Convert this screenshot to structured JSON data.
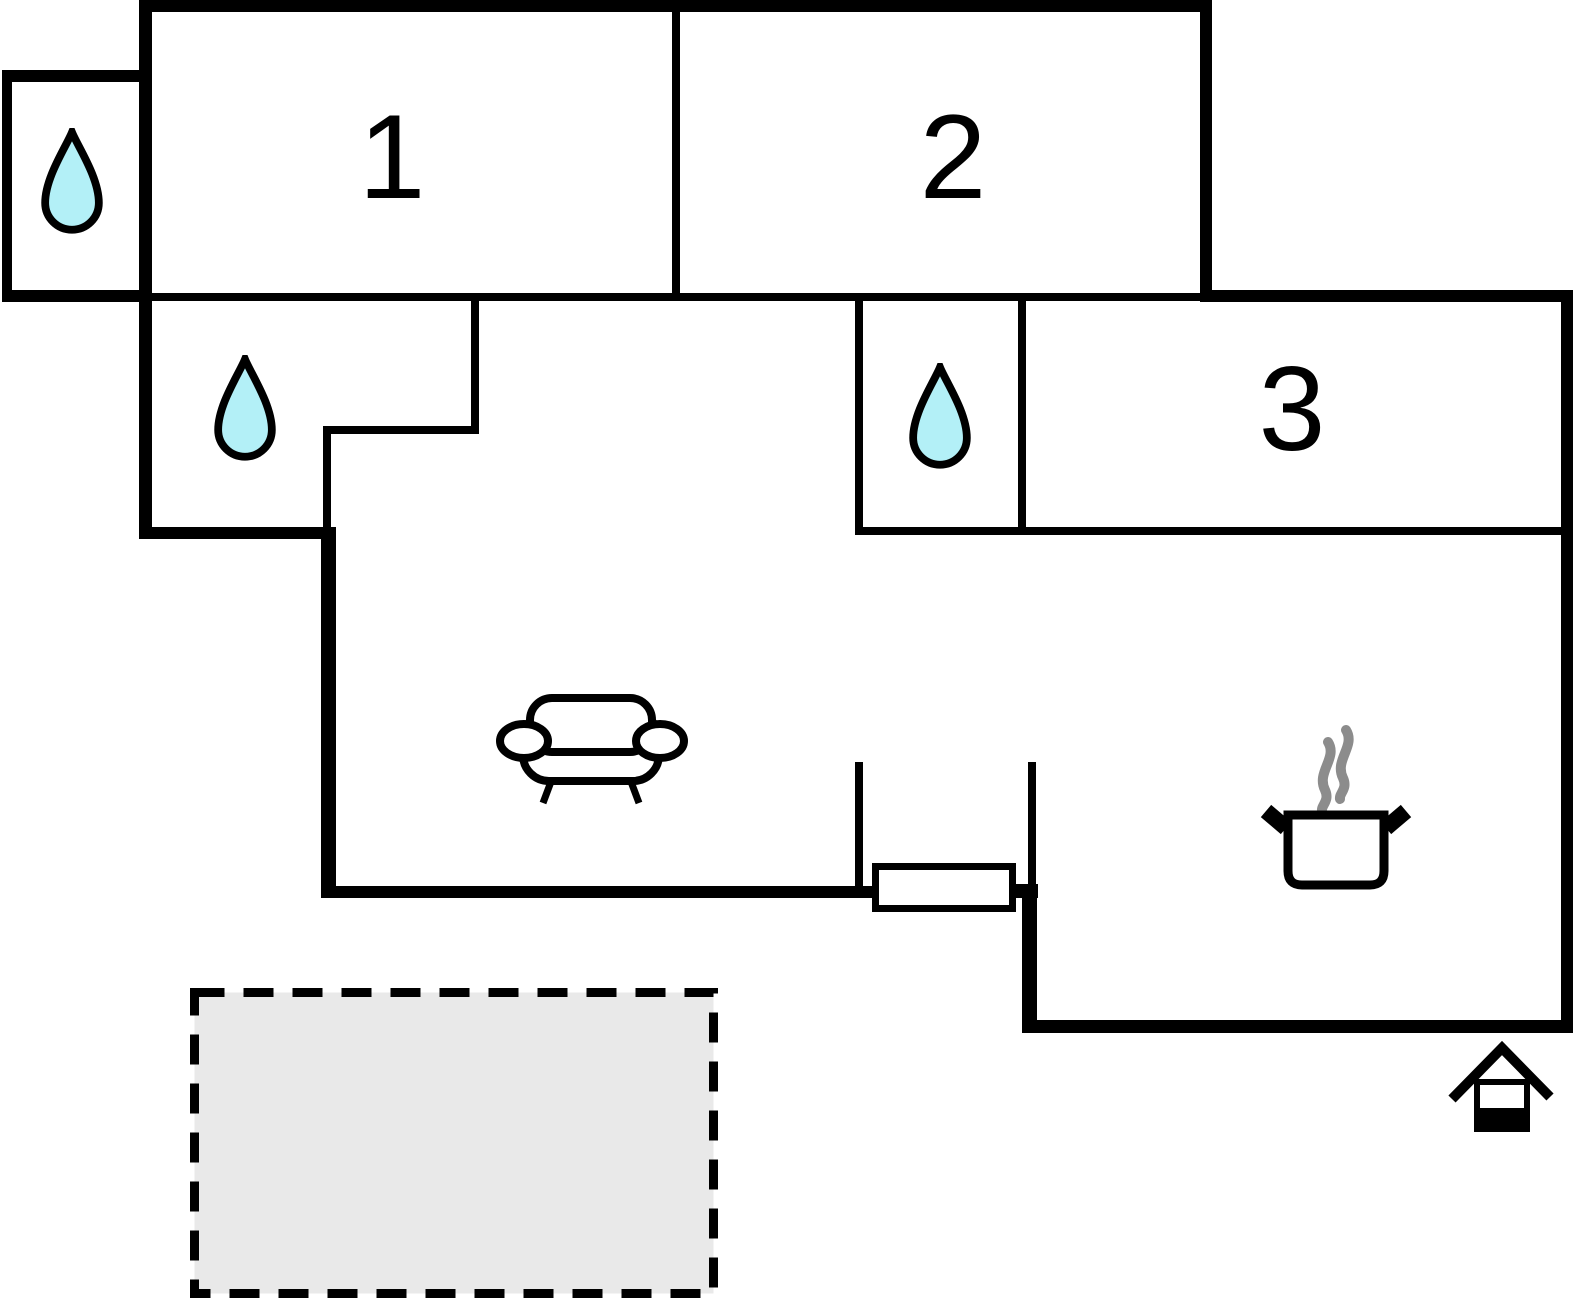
{
  "floor_plan": {
    "type": "apartment-floor-plan",
    "rooms": [
      {
        "label": "1"
      },
      {
        "label": "2"
      },
      {
        "label": "3"
      }
    ],
    "colors": {
      "walls": "#000000",
      "background": "#ffffff",
      "water_drop_fill": "#b3f0f7",
      "steam": "#8c8c8c",
      "terrace_fill": "#e9e9e9"
    },
    "icons": [
      {
        "name": "water-drop-icon",
        "instances": 3
      },
      {
        "name": "sofa-icon",
        "instances": 1
      },
      {
        "name": "cooking-pot-icon",
        "instances": 1
      },
      {
        "name": "steam-icon",
        "instances": 1
      },
      {
        "name": "house-entrance-icon",
        "instances": 1
      },
      {
        "name": "door",
        "instances": 1
      },
      {
        "name": "terrace-area",
        "instances": 1
      }
    ]
  }
}
